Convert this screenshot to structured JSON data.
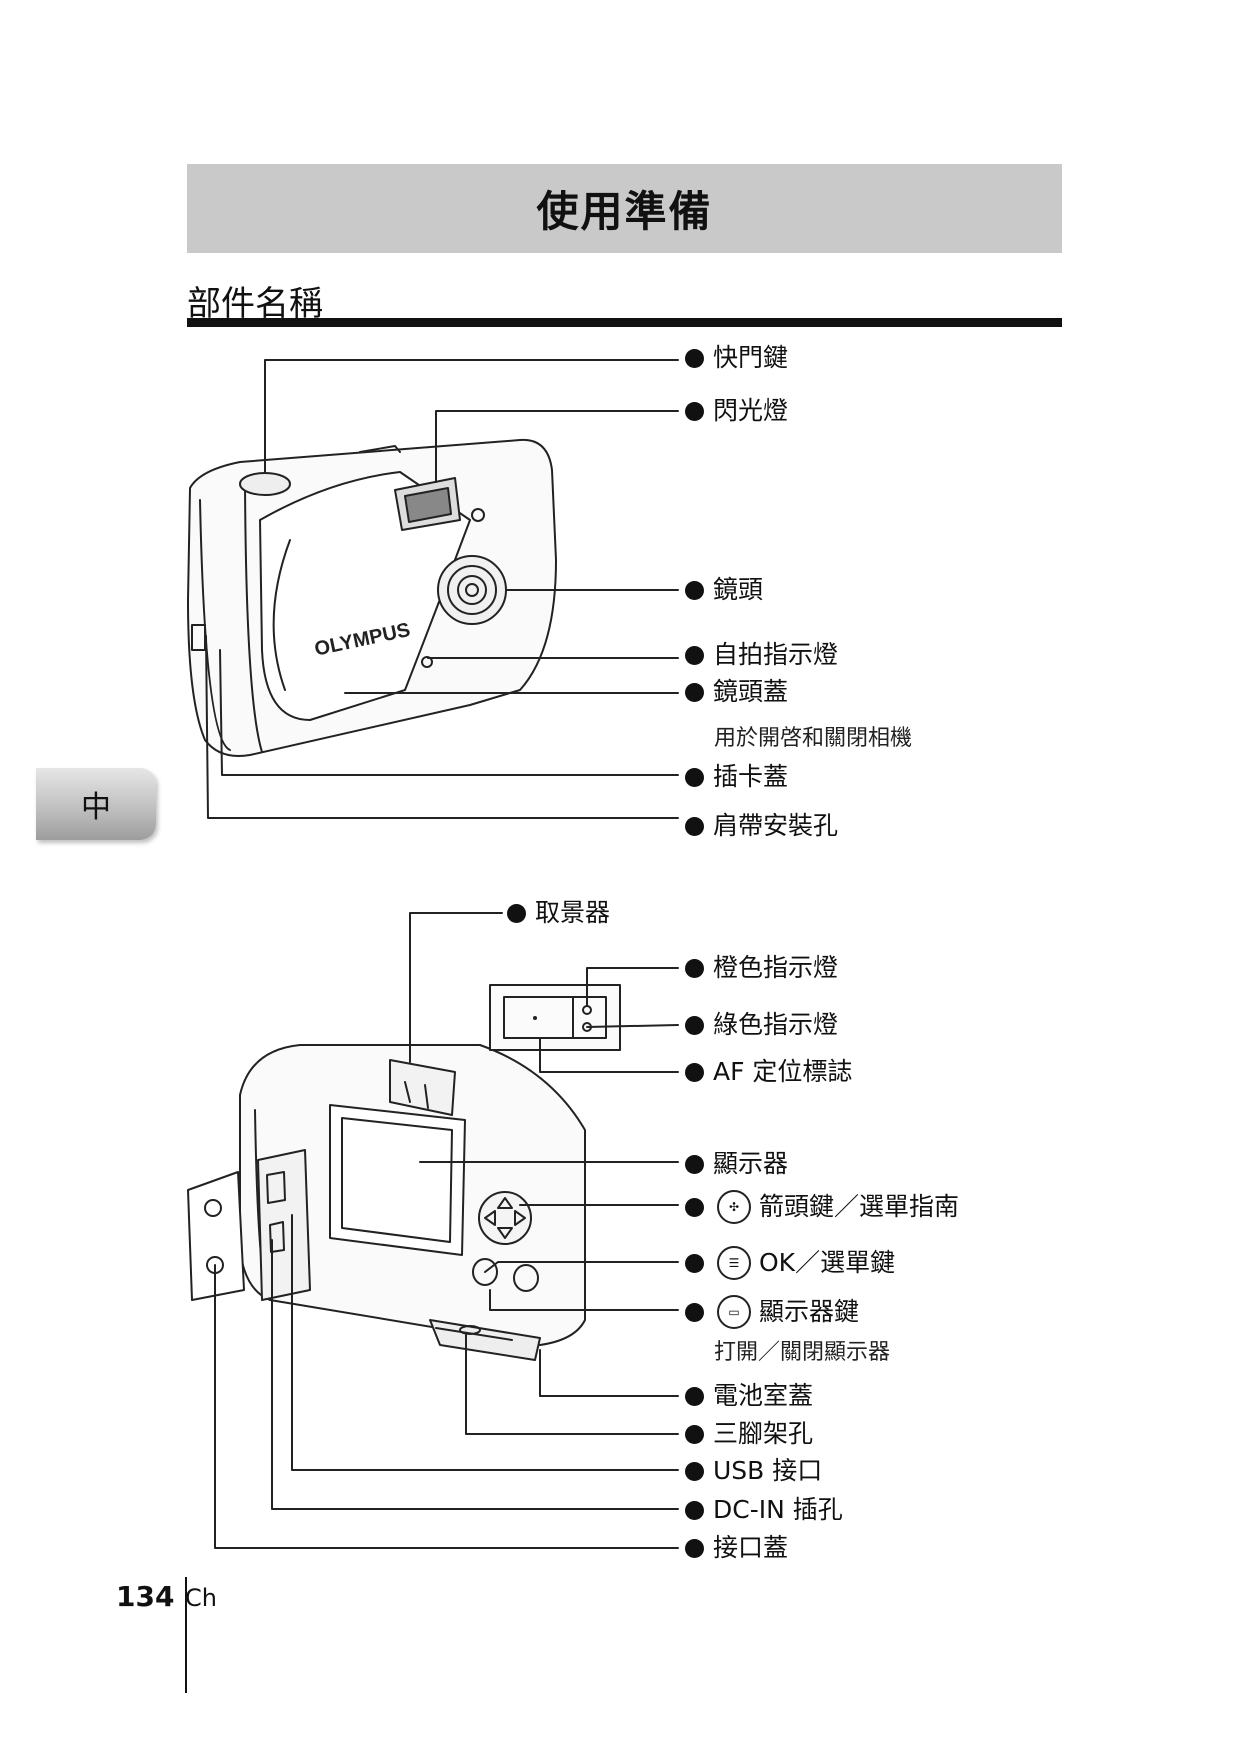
{
  "header": {
    "title": "使用準備"
  },
  "section": {
    "title": "部件名稱"
  },
  "side_tab": {
    "label": "中"
  },
  "camera_front": {
    "brand_logo": "OLYMPUS",
    "parts": [
      {
        "label": "快門鍵"
      },
      {
        "label": "閃光燈"
      },
      {
        "label": "鏡頭"
      },
      {
        "label": "自拍指示燈"
      },
      {
        "label": "鏡頭蓋",
        "description": "用於開啓和關閉相機"
      },
      {
        "label": "插卡蓋"
      },
      {
        "label": "肩帶安裝孔"
      }
    ]
  },
  "camera_back": {
    "parts": [
      {
        "label": "取景器"
      },
      {
        "label": "橙色指示燈"
      },
      {
        "label": "綠色指示燈"
      },
      {
        "label": "AF 定位標誌"
      },
      {
        "label": "顯示器"
      },
      {
        "label": "箭頭鍵／選單指南",
        "icon": "arrow-pad-icon"
      },
      {
        "label": "OK／選單鍵",
        "icon": "ok-menu-icon"
      },
      {
        "label": "顯示器鍵",
        "icon": "monitor-icon",
        "description": "打開／關閉顯示器"
      },
      {
        "label": "電池室蓋"
      },
      {
        "label": "三腳架孔"
      },
      {
        "label": "USB 接口"
      },
      {
        "label": "DC-IN 插孔"
      },
      {
        "label": "接口蓋"
      }
    ]
  },
  "footer": {
    "page_number": "134",
    "language_code": "Ch"
  }
}
